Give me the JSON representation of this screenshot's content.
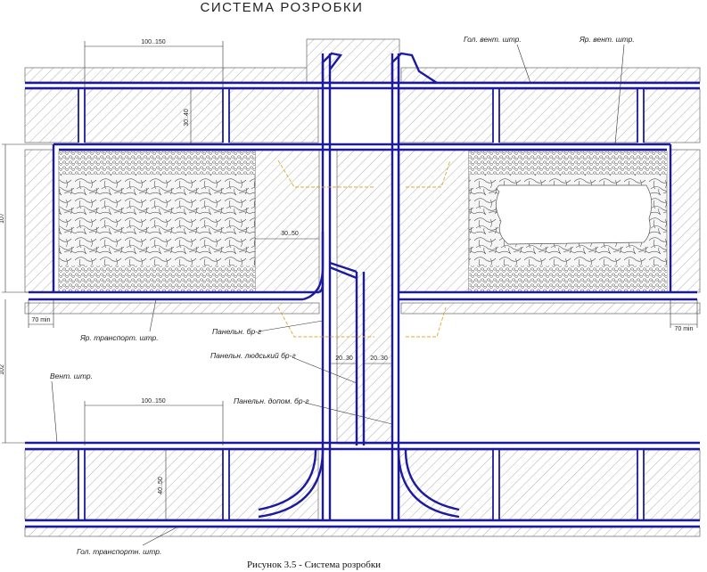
{
  "title": "СИСТЕМА РОЗРОБКИ",
  "caption": "Рисунок 3.5 - Система розробки",
  "labels": {
    "main_vent": "Гол. вент. штр.",
    "tier_vent": "Яр. вент. штр.",
    "tier_transport": "Яр. транспорт. штр.",
    "vent": "Вент. штр.",
    "main_transport": "Гол. транспортн. штр.",
    "panel_br": "Панельн. бр-г",
    "panel_people": "Панельн. людський бр-г",
    "panel_aux": "Панельн. допом. бр-г"
  },
  "dimensions": {
    "top_width": "100..150",
    "top_height": "30..40",
    "pillar": "30..50",
    "left_span": "107",
    "left_span2": "102",
    "left_min": "70 min",
    "right_min": "70 min",
    "shaft1": "20..30",
    "shaft2": "20..30",
    "bottom_width": "100..150",
    "bottom_height": "40..50"
  },
  "colors": {
    "roadway": "#1c1aa0",
    "hatch": "#9a9a9a",
    "goaf_fill": "#f6f6f6",
    "ventilation_path": "#e0a830"
  }
}
